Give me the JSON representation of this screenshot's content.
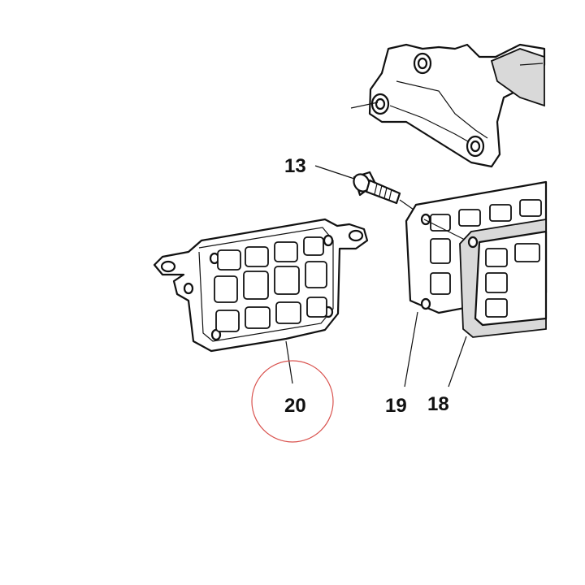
{
  "callouts": [
    {
      "id": "13",
      "label": "13"
    },
    {
      "id": "19",
      "label": "19"
    },
    {
      "id": "18",
      "label": "18"
    },
    {
      "id": "20",
      "label": "20"
    }
  ],
  "highlight": {
    "target": "20",
    "color": "#d9534f"
  },
  "colors": {
    "ink": "#111111",
    "paper": "#ffffff",
    "gasket": "#d9d9d9"
  }
}
